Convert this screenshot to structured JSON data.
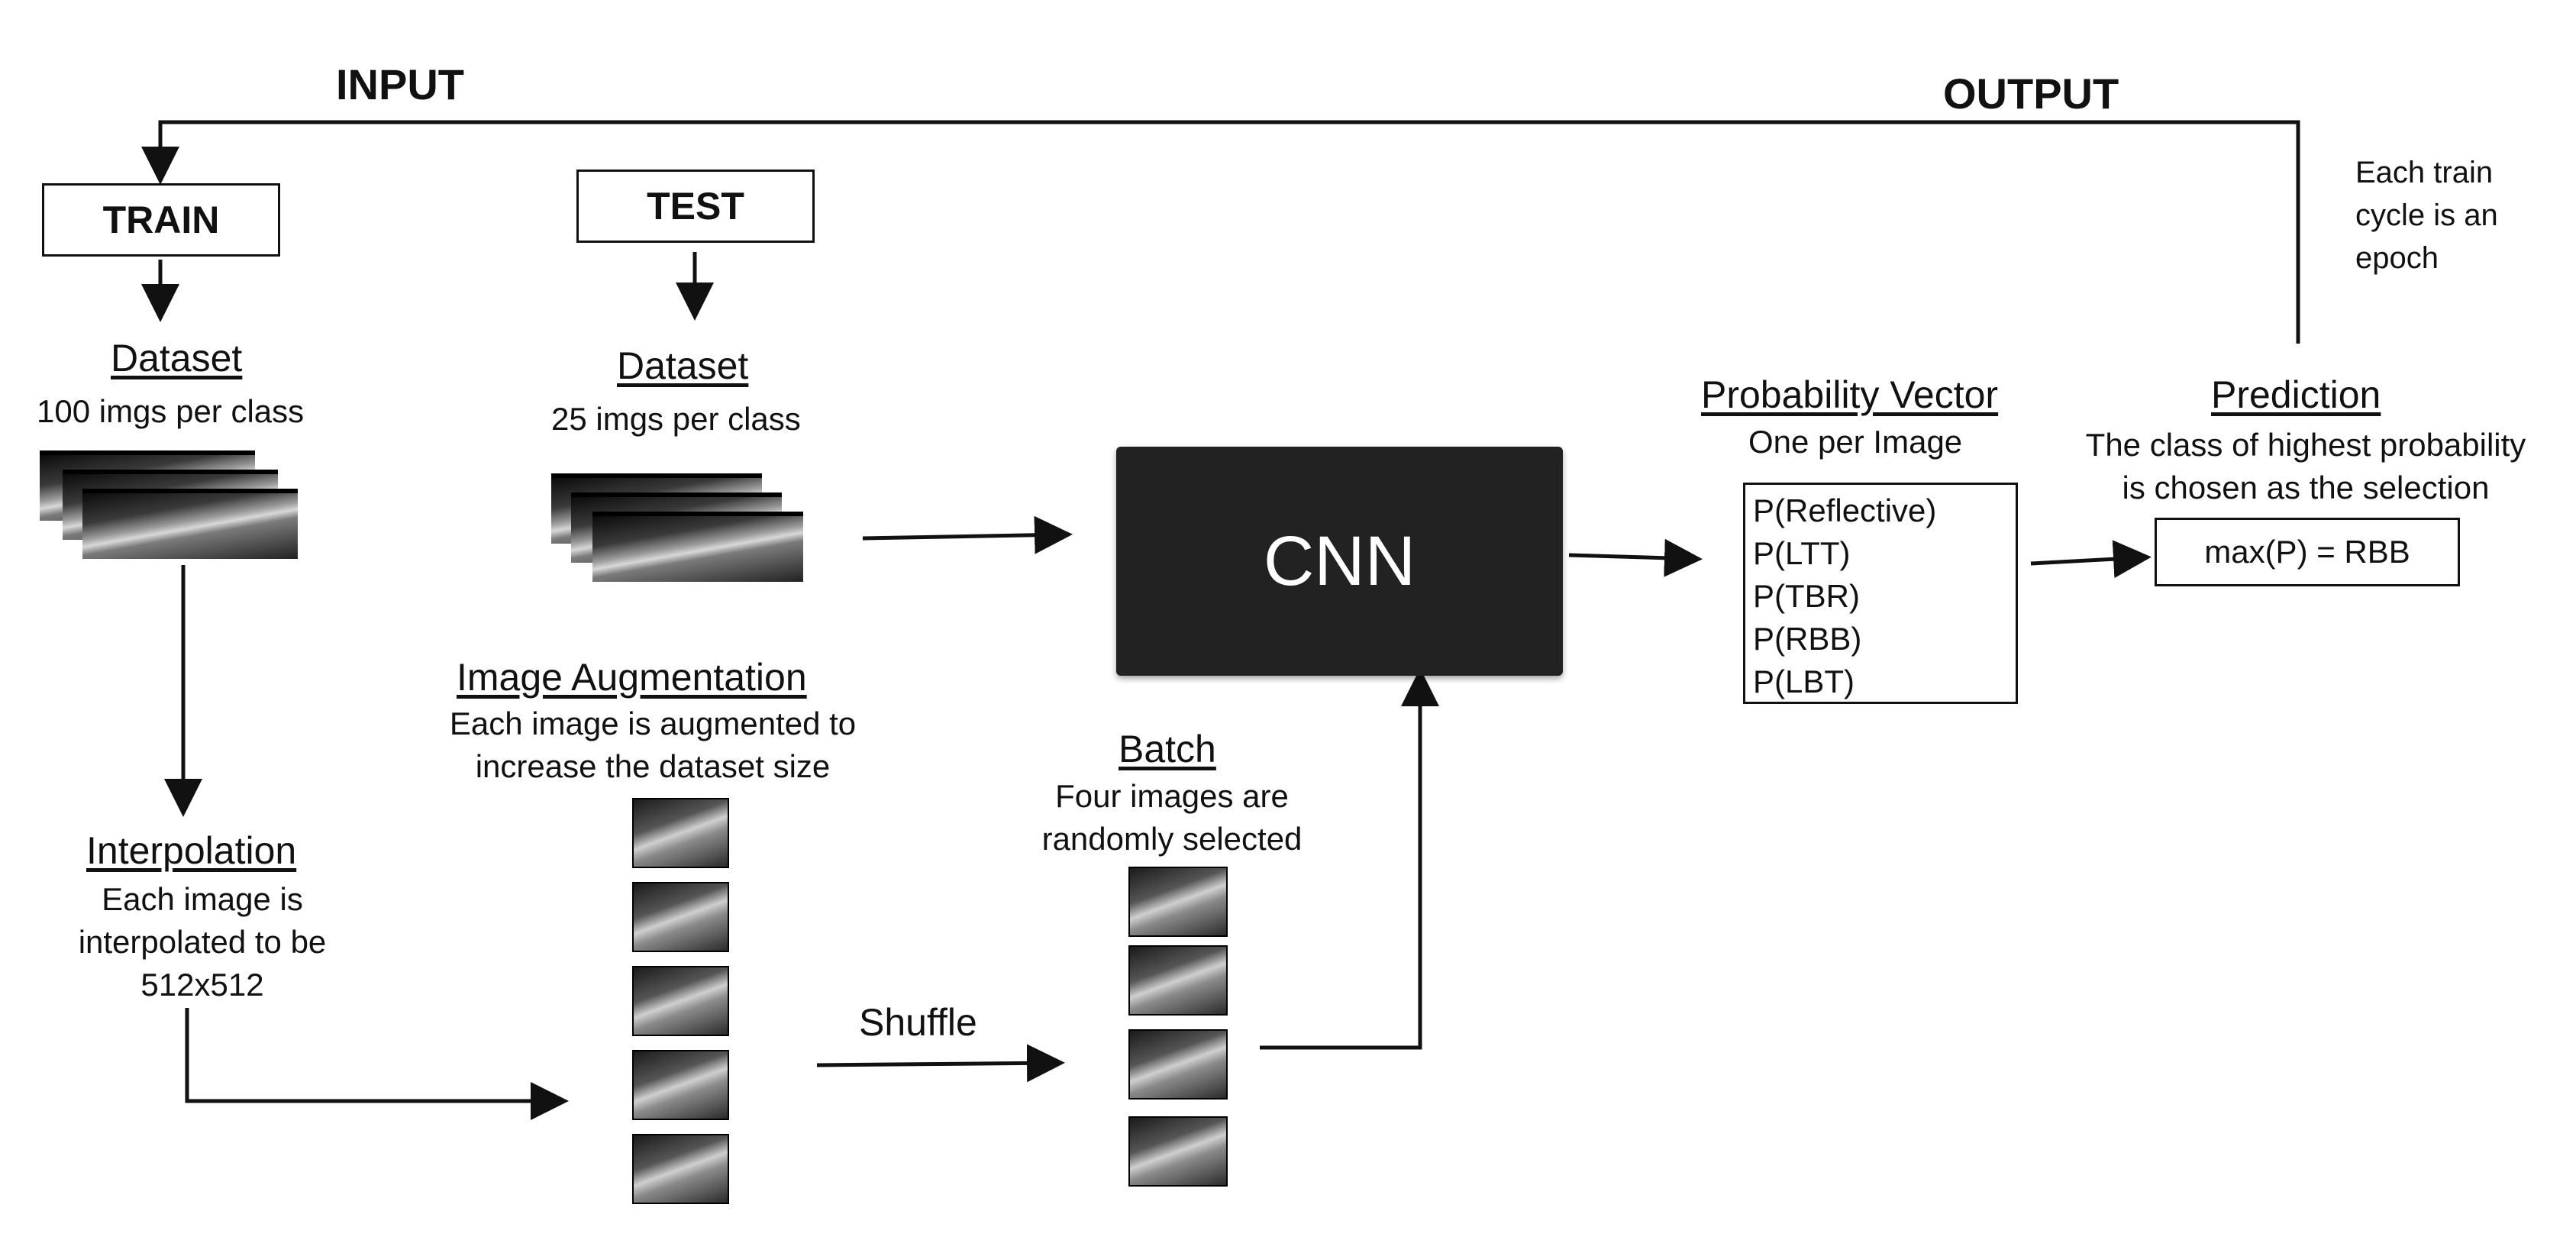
{
  "labels": {
    "input": "INPUT",
    "output": "OUTPUT",
    "train": "TRAIN",
    "test": "TEST",
    "epoch_note": [
      "Each train",
      "cycle is an",
      "epoch"
    ],
    "train_dataset_title": "Dataset",
    "train_dataset_desc": "100 imgs per class",
    "test_dataset_title": "Dataset",
    "test_dataset_desc": "25 imgs per class",
    "interpolation_title": "Interpolation",
    "interpolation_desc": [
      "Each image is",
      "interpolated to be",
      "512x512"
    ],
    "augmentation_title": "Image Augmentation",
    "augmentation_desc": [
      "Each image is augmented to",
      "increase the dataset size"
    ],
    "shuffle": "Shuffle",
    "batch_title": "Batch",
    "batch_desc": [
      "Four images are",
      "randomly selected"
    ],
    "cnn": "CNN",
    "prob_vector_title": "Probability Vector",
    "prob_vector_desc": "One per Image",
    "prob_items": [
      "P(Reflective)",
      "P(LTT)",
      "P(TBR)",
      "P(RBB)",
      "P(LBT)"
    ],
    "prediction_title": "Prediction",
    "prediction_desc": [
      "The class of highest probability",
      "is chosen as the selection"
    ],
    "prediction_result": "max(P) = RBB"
  }
}
